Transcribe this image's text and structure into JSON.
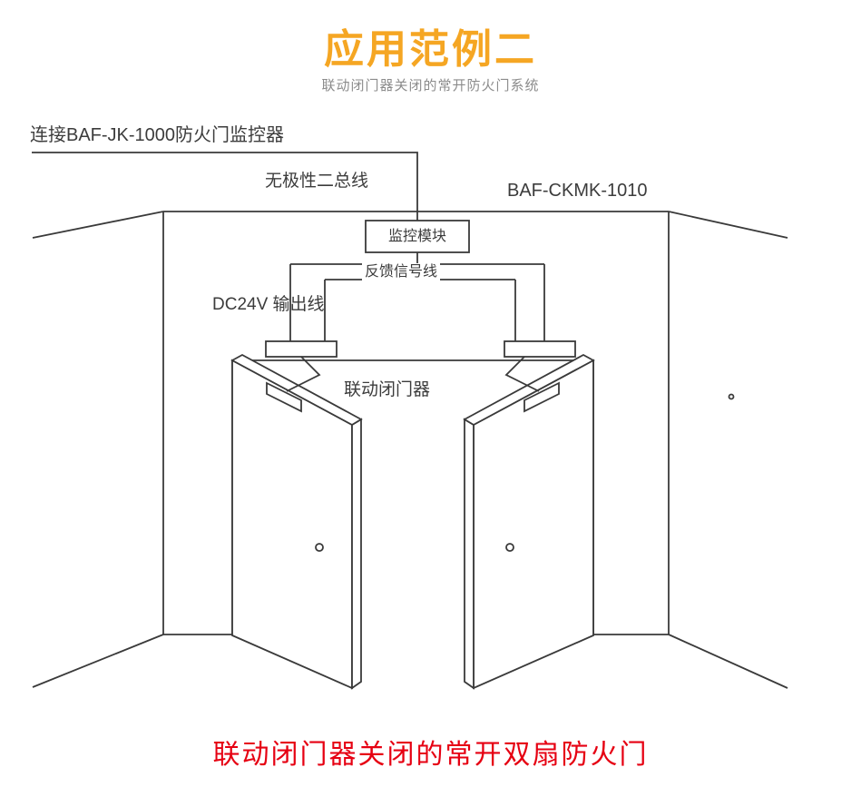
{
  "page": {
    "title": "应用范例二",
    "subtitle": "联动闭门器关闭的常开防火门系统",
    "footer_caption": "联动闭门器关闭的常开双扇防火门"
  },
  "colors": {
    "title": "#F5A623",
    "caption": "#E60012",
    "line": "#3A3A3A",
    "label": "#3C3C3C"
  },
  "diagram": {
    "labels": {
      "controller_link": "连接BAF-JK-1000防火门监控器",
      "bus": "无极性二总线",
      "model": "BAF-CKMK-1010",
      "module": "监控模块",
      "feedback_line": "反馈信号线",
      "dc_output": "DC24V 输出线",
      "closer": "联动闭门器"
    }
  }
}
